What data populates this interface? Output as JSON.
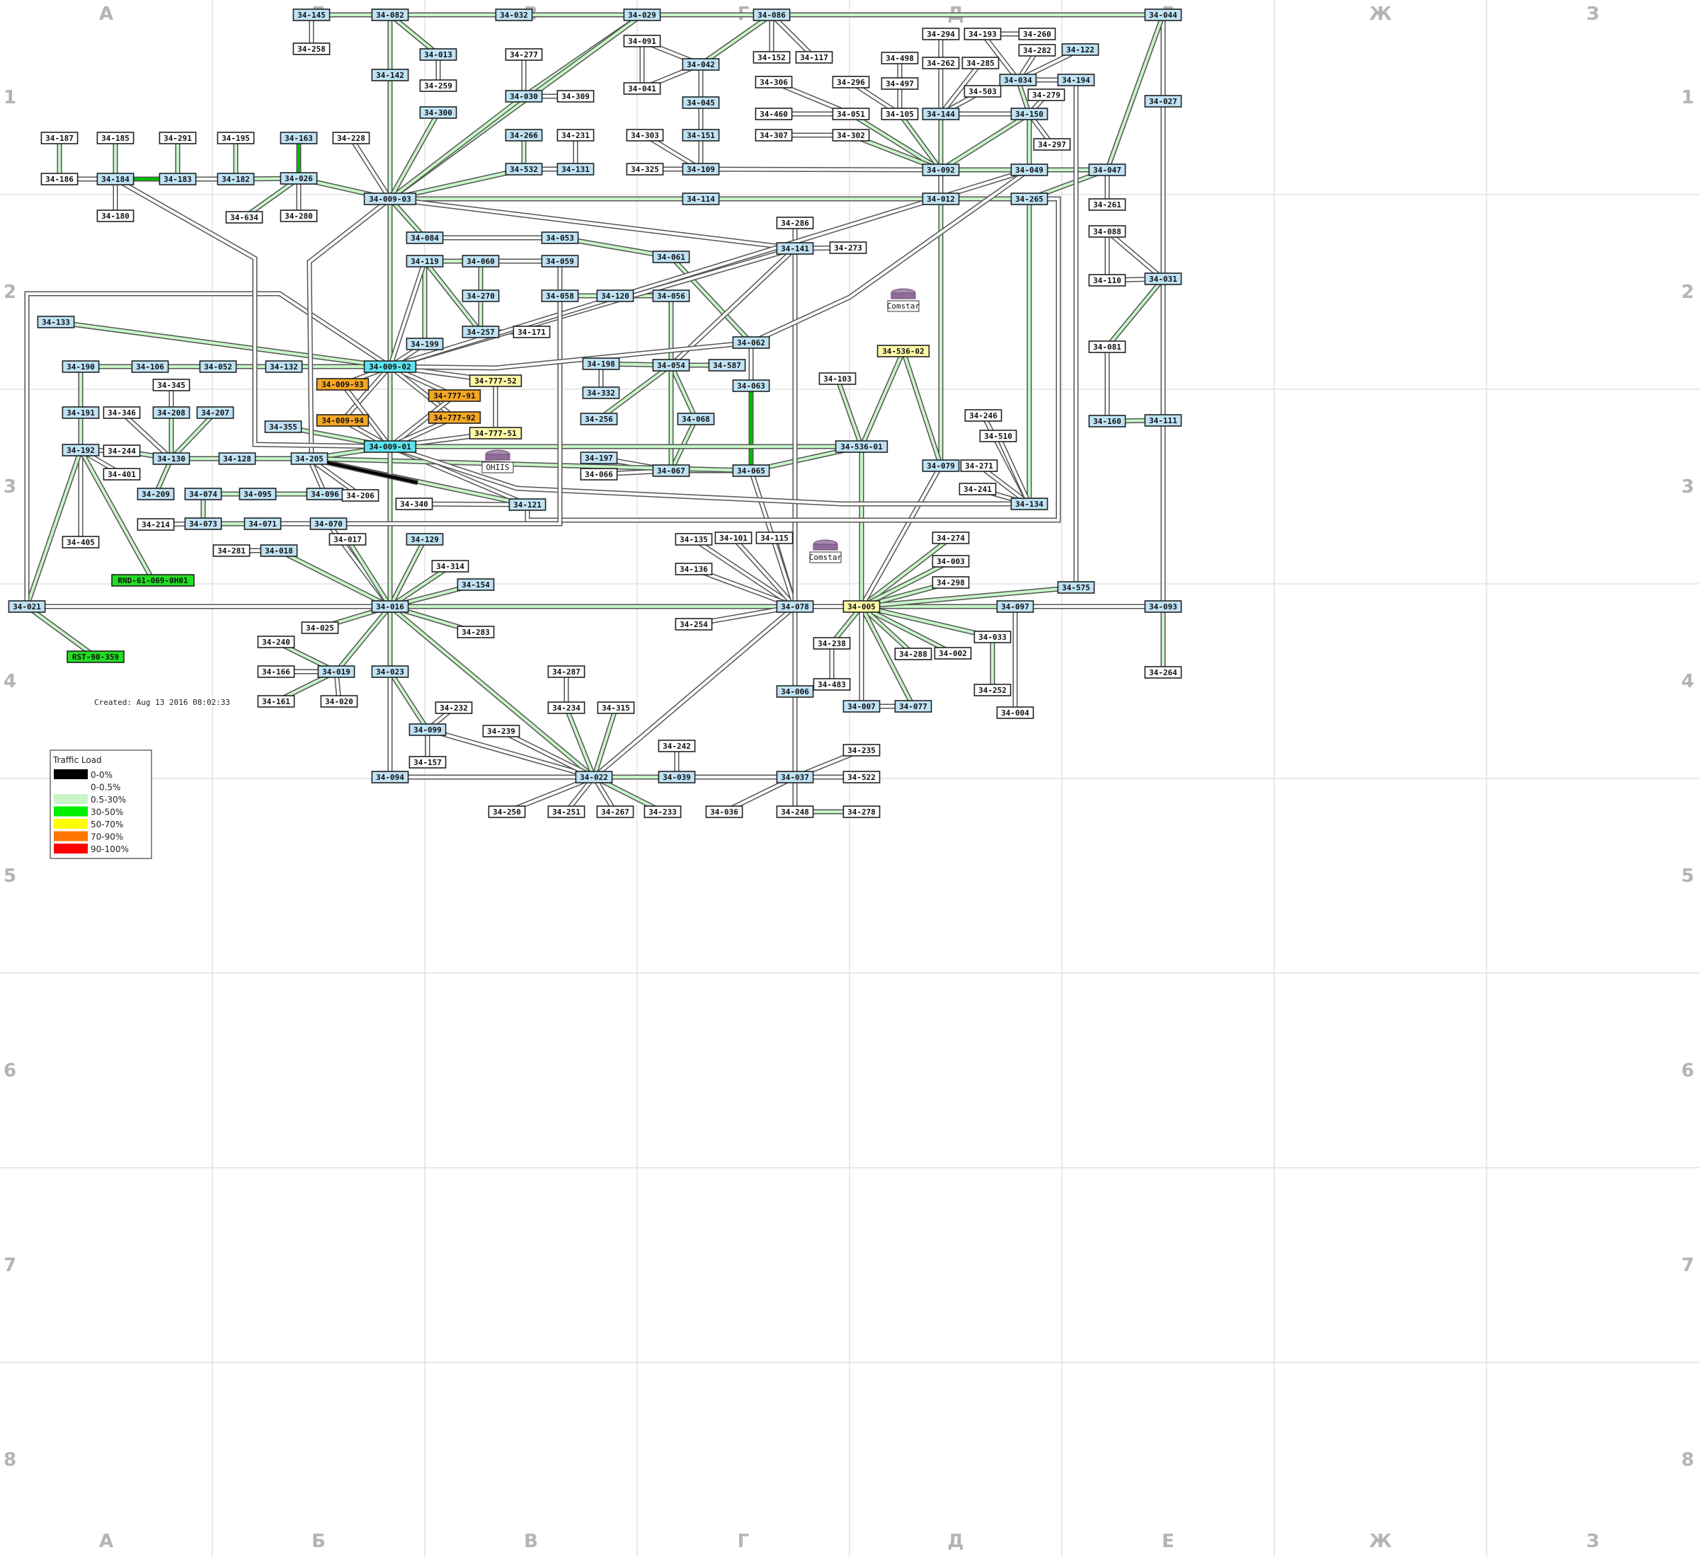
{
  "grid": {
    "columns": [
      "А",
      "Б",
      "В",
      "Г",
      "Д",
      "Е",
      "Ж",
      "З"
    ],
    "rows": [
      "1",
      "2",
      "3",
      "4",
      "5",
      "6",
      "7",
      "8"
    ]
  },
  "created": "Created: Aug 13 2016 08:02:33",
  "legend": {
    "title": "Traffic Load",
    "items": [
      {
        "label": "0-0%",
        "color": "#000000"
      },
      {
        "label": "0-0.5%",
        "color": "#ffffff"
      },
      {
        "label": "0.5-30%",
        "color": "#c8f5c8"
      },
      {
        "label": "30-50%",
        "color": "#00ee00"
      },
      {
        "label": "50-70%",
        "color": "#ffff00"
      },
      {
        "label": "70-90%",
        "color": "#ff7700"
      },
      {
        "label": "90-100%",
        "color": "#ff0000"
      }
    ]
  },
  "style_colors": {
    "node_blue": "#bfe3f5",
    "node_white": "#ffffff",
    "node_cyan": "#5fe3ee",
    "node_orange": "#f5a623",
    "node_yellow": "#fff9a8",
    "node_green": "#22dd22",
    "link_green": "#c8f5c8",
    "link_white": "#ffffff",
    "link_black": "#000000",
    "link_bright": "#00bb00"
  },
  "clouds": [
    {
      "id": "c_ohiis",
      "label": "OHIIS"
    },
    {
      "id": "c_comstar1",
      "label": "Comstar"
    },
    {
      "id": "c_comstar2",
      "label": "Comstar"
    }
  ],
  "nodes": [
    {
      "id": "n145",
      "label": "34-145",
      "style": "blue"
    },
    {
      "id": "n258",
      "label": "34-258",
      "style": "white"
    },
    {
      "id": "n082",
      "label": "34-082",
      "style": "blue"
    },
    {
      "id": "n032",
      "label": "34-032",
      "style": "blue"
    },
    {
      "id": "n029",
      "label": "34-029",
      "style": "blue"
    },
    {
      "id": "n086",
      "label": "34-086",
      "style": "blue"
    },
    {
      "id": "n044",
      "label": "34-044",
      "style": "blue"
    },
    {
      "id": "n013",
      "label": "34-013",
      "style": "blue"
    },
    {
      "id": "n259",
      "label": "34-259",
      "style": "white"
    },
    {
      "id": "n142",
      "label": "34-142",
      "style": "blue"
    },
    {
      "id": "n277",
      "label": "34-277",
      "style": "white"
    },
    {
      "id": "n030",
      "label": "34-030",
      "style": "blue"
    },
    {
      "id": "n309",
      "label": "34-309",
      "style": "white"
    },
    {
      "id": "n091",
      "label": "34-091",
      "style": "white"
    },
    {
      "id": "n041",
      "label": "34-041",
      "style": "white"
    },
    {
      "id": "n042",
      "label": "34-042",
      "style": "blue"
    },
    {
      "id": "n045",
      "label": "34-045",
      "style": "blue"
    },
    {
      "id": "n152",
      "label": "34-152",
      "style": "white"
    },
    {
      "id": "n117",
      "label": "34-117",
      "style": "white"
    },
    {
      "id": "n294",
      "label": "34-294",
      "style": "white"
    },
    {
      "id": "n193",
      "label": "34-193",
      "style": "white"
    },
    {
      "id": "n260",
      "label": "34-260",
      "style": "white"
    },
    {
      "id": "n282",
      "label": "34-282",
      "style": "white"
    },
    {
      "id": "n122",
      "label": "34-122",
      "style": "blue"
    },
    {
      "id": "n498",
      "label": "34-498",
      "style": "white"
    },
    {
      "id": "n262",
      "label": "34-262",
      "style": "white"
    },
    {
      "id": "n285",
      "label": "34-285",
      "style": "white"
    },
    {
      "id": "n034",
      "label": "34-034",
      "style": "blue"
    },
    {
      "id": "n194",
      "label": "34-194",
      "style": "blue"
    },
    {
      "id": "n027",
      "label": "34-027",
      "style": "blue"
    },
    {
      "id": "n306",
      "label": "34-306",
      "style": "white"
    },
    {
      "id": "n296",
      "label": "34-296",
      "style": "white"
    },
    {
      "id": "n497",
      "label": "34-497",
      "style": "white"
    },
    {
      "id": "n503",
      "label": "34-503",
      "style": "white"
    },
    {
      "id": "n279",
      "label": "34-279",
      "style": "white"
    },
    {
      "id": "n300",
      "label": "34-300",
      "style": "blue"
    },
    {
      "id": "n460",
      "label": "34-460",
      "style": "white"
    },
    {
      "id": "n051",
      "label": "34-051",
      "style": "white"
    },
    {
      "id": "n105",
      "label": "34-105",
      "style": "white"
    },
    {
      "id": "n144",
      "label": "34-144",
      "style": "blue"
    },
    {
      "id": "n150",
      "label": "34-150",
      "style": "blue"
    },
    {
      "id": "n187",
      "label": "34-187",
      "style": "white"
    },
    {
      "id": "n185",
      "label": "34-185",
      "style": "white"
    },
    {
      "id": "n291",
      "label": "34-291",
      "style": "white"
    },
    {
      "id": "n195",
      "label": "34-195",
      "style": "white"
    },
    {
      "id": "n163",
      "label": "34-163",
      "style": "blue"
    },
    {
      "id": "n228",
      "label": "34-228",
      "style": "white"
    },
    {
      "id": "n266",
      "label": "34-266",
      "style": "blue"
    },
    {
      "id": "n231",
      "label": "34-231",
      "style": "white"
    },
    {
      "id": "n303",
      "label": "34-303",
      "style": "white"
    },
    {
      "id": "n151",
      "label": "34-151",
      "style": "blue"
    },
    {
      "id": "n307",
      "label": "34-307",
      "style": "white"
    },
    {
      "id": "n302",
      "label": "34-302",
      "style": "white"
    },
    {
      "id": "n297",
      "label": "34-297",
      "style": "white"
    },
    {
      "id": "n186",
      "label": "34-186",
      "style": "white"
    },
    {
      "id": "n184",
      "label": "34-184",
      "style": "blue"
    },
    {
      "id": "n183",
      "label": "34-183",
      "style": "blue"
    },
    {
      "id": "n182",
      "label": "34-182",
      "style": "blue"
    },
    {
      "id": "n026",
      "label": "34-026",
      "style": "blue"
    },
    {
      "id": "n532",
      "label": "34-532",
      "style": "blue"
    },
    {
      "id": "n131",
      "label": "34-131",
      "style": "blue"
    },
    {
      "id": "n325",
      "label": "34-325",
      "style": "white"
    },
    {
      "id": "n109",
      "label": "34-109",
      "style": "blue"
    },
    {
      "id": "n092",
      "label": "34-092",
      "style": "blue"
    },
    {
      "id": "n049",
      "label": "34-049",
      "style": "blue"
    },
    {
      "id": "n047",
      "label": "34-047",
      "style": "blue"
    },
    {
      "id": "n180",
      "label": "34-180",
      "style": "white"
    },
    {
      "id": "n634",
      "label": "34-634",
      "style": "white"
    },
    {
      "id": "n280",
      "label": "34-280",
      "style": "white"
    },
    {
      "id": "n00903",
      "label": "34-009-03",
      "style": "blue"
    },
    {
      "id": "n114",
      "label": "34-114",
      "style": "blue"
    },
    {
      "id": "n012",
      "label": "34-012",
      "style": "blue"
    },
    {
      "id": "n265",
      "label": "34-265",
      "style": "blue"
    },
    {
      "id": "n261",
      "label": "34-261",
      "style": "white"
    },
    {
      "id": "n286",
      "label": "34-286",
      "style": "white"
    },
    {
      "id": "n088",
      "label": "34-088",
      "style": "white"
    },
    {
      "id": "n084",
      "label": "34-084",
      "style": "blue"
    },
    {
      "id": "n053",
      "label": "34-053",
      "style": "blue"
    },
    {
      "id": "n141",
      "label": "34-141",
      "style": "blue"
    },
    {
      "id": "n273",
      "label": "34-273",
      "style": "white"
    },
    {
      "id": "n061",
      "label": "34-061",
      "style": "blue"
    },
    {
      "id": "n119",
      "label": "34-119",
      "style": "blue"
    },
    {
      "id": "n060",
      "label": "34-060",
      "style": "blue"
    },
    {
      "id": "n059",
      "label": "34-059",
      "style": "blue"
    },
    {
      "id": "n110",
      "label": "34-110",
      "style": "white"
    },
    {
      "id": "n031",
      "label": "34-031",
      "style": "blue"
    },
    {
      "id": "n133",
      "label": "34-133",
      "style": "blue"
    },
    {
      "id": "n270",
      "label": "34-270",
      "style": "blue"
    },
    {
      "id": "n058",
      "label": "34-058",
      "style": "blue"
    },
    {
      "id": "n120",
      "label": "34-120",
      "style": "blue"
    },
    {
      "id": "n056",
      "label": "34-056",
      "style": "blue"
    },
    {
      "id": "n257",
      "label": "34-257",
      "style": "blue"
    },
    {
      "id": "n171",
      "label": "34-171",
      "style": "white"
    },
    {
      "id": "n199",
      "label": "34-199",
      "style": "blue"
    },
    {
      "id": "n062",
      "label": "34-062",
      "style": "blue"
    },
    {
      "id": "n53602",
      "label": "34-536-02",
      "style": "yellow"
    },
    {
      "id": "n081",
      "label": "34-081",
      "style": "white"
    },
    {
      "id": "n190",
      "label": "34-190",
      "style": "blue"
    },
    {
      "id": "n106",
      "label": "34-106",
      "style": "blue"
    },
    {
      "id": "n052",
      "label": "34-052",
      "style": "blue"
    },
    {
      "id": "n132",
      "label": "34-132",
      "style": "blue"
    },
    {
      "id": "n00902",
      "label": "34-009-02",
      "style": "cyan"
    },
    {
      "id": "n198",
      "label": "34-198",
      "style": "blue"
    },
    {
      "id": "n054",
      "label": "34-054",
      "style": "blue"
    },
    {
      "id": "n587",
      "label": "34-587",
      "style": "blue"
    },
    {
      "id": "n345",
      "label": "34-345",
      "style": "white"
    },
    {
      "id": "n00993",
      "label": "34-009-93",
      "style": "orange"
    },
    {
      "id": "n77752",
      "label": "34-777-52",
      "style": "yellow"
    },
    {
      "id": "n332",
      "label": "34-332",
      "style": "blue"
    },
    {
      "id": "n063",
      "label": "34-063",
      "style": "blue"
    },
    {
      "id": "n103",
      "label": "34-103",
      "style": "white"
    },
    {
      "id": "n191",
      "label": "34-191",
      "style": "blue"
    },
    {
      "id": "n346",
      "label": "34-346",
      "style": "white"
    },
    {
      "id": "n208",
      "label": "34-208",
      "style": "blue"
    },
    {
      "id": "n207",
      "label": "34-207",
      "style": "blue"
    },
    {
      "id": "n77791",
      "label": "34-777-91",
      "style": "orange"
    },
    {
      "id": "n00994",
      "label": "34-009-94",
      "style": "orange"
    },
    {
      "id": "n77792",
      "label": "34-777-92",
      "style": "orange"
    },
    {
      "id": "n256",
      "label": "34-256",
      "style": "blue"
    },
    {
      "id": "n068",
      "label": "34-068",
      "style": "blue"
    },
    {
      "id": "n246",
      "label": "34-246",
      "style": "white"
    },
    {
      "id": "n160",
      "label": "34-160",
      "style": "blue"
    },
    {
      "id": "n111",
      "label": "34-111",
      "style": "blue"
    },
    {
      "id": "n355",
      "label": "34-355",
      "style": "blue"
    },
    {
      "id": "n77751",
      "label": "34-777-51",
      "style": "yellow"
    },
    {
      "id": "n510",
      "label": "34-510",
      "style": "white"
    },
    {
      "id": "n192",
      "label": "34-192",
      "style": "blue"
    },
    {
      "id": "n244",
      "label": "34-244",
      "style": "white"
    },
    {
      "id": "n00901",
      "label": "34-009-01",
      "style": "cyan"
    },
    {
      "id": "n53601",
      "label": "34-536-01",
      "style": "blue"
    },
    {
      "id": "n130",
      "label": "34-130",
      "style": "blue"
    },
    {
      "id": "n128",
      "label": "34-128",
      "style": "blue"
    },
    {
      "id": "n205",
      "label": "34-205",
      "style": "blue"
    },
    {
      "id": "n197",
      "label": "34-197",
      "style": "blue"
    },
    {
      "id": "n079",
      "label": "34-079",
      "style": "blue"
    },
    {
      "id": "n271",
      "label": "34-271",
      "style": "white"
    },
    {
      "id": "n401",
      "label": "34-401",
      "style": "white"
    },
    {
      "id": "n066",
      "label": "34-066",
      "style": "white"
    },
    {
      "id": "n067",
      "label": "34-067",
      "style": "blue"
    },
    {
      "id": "n065",
      "label": "34-065",
      "style": "blue"
    },
    {
      "id": "n241",
      "label": "34-241",
      "style": "white"
    },
    {
      "id": "n209",
      "label": "34-209",
      "style": "blue"
    },
    {
      "id": "n074",
      "label": "34-074",
      "style": "blue"
    },
    {
      "id": "n095",
      "label": "34-095",
      "style": "blue"
    },
    {
      "id": "n096",
      "label": "34-096",
      "style": "blue"
    },
    {
      "id": "n206",
      "label": "34-206",
      "style": "white"
    },
    {
      "id": "n340",
      "label": "34-340",
      "style": "white"
    },
    {
      "id": "n121",
      "label": "34-121",
      "style": "blue"
    },
    {
      "id": "n134",
      "label": "34-134",
      "style": "blue"
    },
    {
      "id": "n214",
      "label": "34-214",
      "style": "white"
    },
    {
      "id": "n073",
      "label": "34-073",
      "style": "blue"
    },
    {
      "id": "n071",
      "label": "34-071",
      "style": "blue"
    },
    {
      "id": "n070",
      "label": "34-070",
      "style": "blue"
    },
    {
      "id": "n405",
      "label": "34-405",
      "style": "white"
    },
    {
      "id": "n017",
      "label": "34-017",
      "style": "white"
    },
    {
      "id": "n129",
      "label": "34-129",
      "style": "blue"
    },
    {
      "id": "n135",
      "label": "34-135",
      "style": "white"
    },
    {
      "id": "n101",
      "label": "34-101",
      "style": "white"
    },
    {
      "id": "n115",
      "label": "34-115",
      "style": "white"
    },
    {
      "id": "n274",
      "label": "34-274",
      "style": "white"
    },
    {
      "id": "n281",
      "label": "34-281",
      "style": "white"
    },
    {
      "id": "n018",
      "label": "34-018",
      "style": "blue"
    },
    {
      "id": "n003",
      "label": "34-003",
      "style": "white"
    },
    {
      "id": "n314",
      "label": "34-314",
      "style": "white"
    },
    {
      "id": "n136",
      "label": "34-136",
      "style": "white"
    },
    {
      "id": "nRND",
      "label": "RND-61-069-0H01",
      "style": "green"
    },
    {
      "id": "n154",
      "label": "34-154",
      "style": "blue"
    },
    {
      "id": "n298",
      "label": "34-298",
      "style": "white"
    },
    {
      "id": "n575",
      "label": "34-575",
      "style": "blue"
    },
    {
      "id": "n021",
      "label": "34-021",
      "style": "blue"
    },
    {
      "id": "n016",
      "label": "34-016",
      "style": "blue"
    },
    {
      "id": "n078",
      "label": "34-078",
      "style": "blue"
    },
    {
      "id": "n005",
      "label": "34-005",
      "style": "yellow"
    },
    {
      "id": "n097",
      "label": "34-097",
      "style": "blue"
    },
    {
      "id": "n093",
      "label": "34-093",
      "style": "blue"
    },
    {
      "id": "n254",
      "label": "34-254",
      "style": "white"
    },
    {
      "id": "n025",
      "label": "34-025",
      "style": "white"
    },
    {
      "id": "n283",
      "label": "34-283",
      "style": "white"
    },
    {
      "id": "n033",
      "label": "34-033",
      "style": "white"
    },
    {
      "id": "n240",
      "label": "34-240",
      "style": "white"
    },
    {
      "id": "n238",
      "label": "34-238",
      "style": "white"
    },
    {
      "id": "n288",
      "label": "34-288",
      "style": "white"
    },
    {
      "id": "n002",
      "label": "34-002",
      "style": "white"
    },
    {
      "id": "nRST",
      "label": "RST-90-359",
      "style": "green"
    },
    {
      "id": "n166",
      "label": "34-166",
      "style": "white"
    },
    {
      "id": "n019",
      "label": "34-019",
      "style": "blue"
    },
    {
      "id": "n023",
      "label": "34-023",
      "style": "blue"
    },
    {
      "id": "n287",
      "label": "34-287",
      "style": "white"
    },
    {
      "id": "n264",
      "label": "34-264",
      "style": "white"
    },
    {
      "id": "n483",
      "label": "34-483",
      "style": "white"
    },
    {
      "id": "n252",
      "label": "34-252",
      "style": "white"
    },
    {
      "id": "n006",
      "label": "34-006",
      "style": "blue"
    },
    {
      "id": "n161",
      "label": "34-161",
      "style": "white"
    },
    {
      "id": "n020",
      "label": "34-020",
      "style": "white"
    },
    {
      "id": "n007",
      "label": "34-007",
      "style": "blue"
    },
    {
      "id": "n077",
      "label": "34-077",
      "style": "blue"
    },
    {
      "id": "n004",
      "label": "34-004",
      "style": "white"
    },
    {
      "id": "n232",
      "label": "34-232",
      "style": "white"
    },
    {
      "id": "n234",
      "label": "34-234",
      "style": "white"
    },
    {
      "id": "n315",
      "label": "34-315",
      "style": "white"
    },
    {
      "id": "n099",
      "label": "34-099",
      "style": "blue"
    },
    {
      "id": "n239",
      "label": "34-239",
      "style": "white"
    },
    {
      "id": "n242",
      "label": "34-242",
      "style": "white"
    },
    {
      "id": "n235",
      "label": "34-235",
      "style": "white"
    },
    {
      "id": "n157",
      "label": "34-157",
      "style": "white"
    },
    {
      "id": "n094",
      "label": "34-094",
      "style": "blue"
    },
    {
      "id": "n022",
      "label": "34-022",
      "style": "blue"
    },
    {
      "id": "n039",
      "label": "34-039",
      "style": "blue"
    },
    {
      "id": "n037",
      "label": "34-037",
      "style": "blue"
    },
    {
      "id": "n522",
      "label": "34-522",
      "style": "white"
    },
    {
      "id": "n250",
      "label": "34-250",
      "style": "white"
    },
    {
      "id": "n251",
      "label": "34-251",
      "style": "white"
    },
    {
      "id": "n267",
      "label": "34-267",
      "style": "white"
    },
    {
      "id": "n233",
      "label": "34-233",
      "style": "white"
    },
    {
      "id": "n036",
      "label": "34-036",
      "style": "white"
    },
    {
      "id": "n248",
      "label": "34-248",
      "style": "white"
    },
    {
      "id": "n278",
      "label": "34-278",
      "style": "white"
    }
  ]
}
